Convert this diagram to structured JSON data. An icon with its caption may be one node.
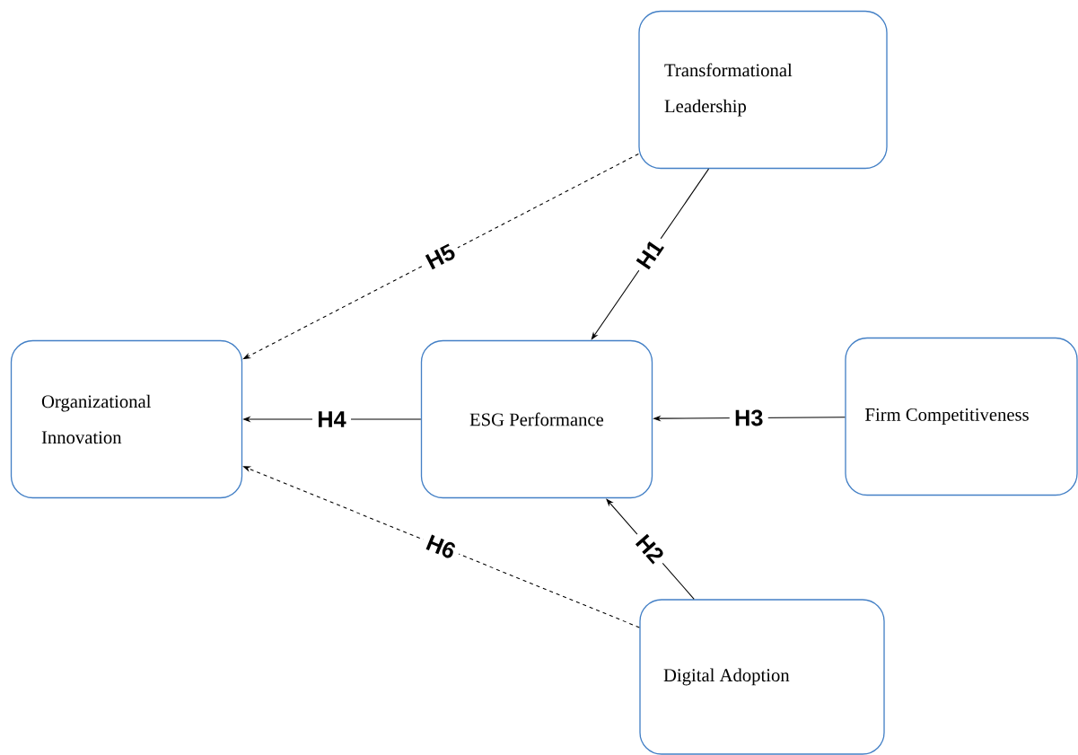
{
  "diagram": {
    "nodes": [
      {
        "text": [
          "Transformational Leadership"
        ]
      },
      {
        "text": [
          "Organizational Innovation"
        ]
      },
      {
        "text": [
          "ESG Performance"
        ]
      },
      {
        "text": [
          "Firm Competitiveness"
        ]
      },
      {
        "text": [
          "Digital Adoption"
        ]
      }
    ],
    "edges": [
      {
        "from": 0,
        "to": 2,
        "arrow": "to",
        "label": "H1"
      },
      {
        "from": 4,
        "to": 2,
        "arrow": "to",
        "label": "H2"
      },
      {
        "from": 3,
        "to": 2,
        "arrow": "to",
        "label": "H3"
      },
      {
        "from": 2,
        "to": 1,
        "arrow": "to",
        "label": "H4"
      },
      {
        "from": 0,
        "to": 1,
        "arrow": "to",
        "label": "H5",
        "style": "dashed"
      },
      {
        "from": 4,
        "to": 1,
        "arrow": "to",
        "label": "H6",
        "style": "dashed"
      }
    ]
  }
}
